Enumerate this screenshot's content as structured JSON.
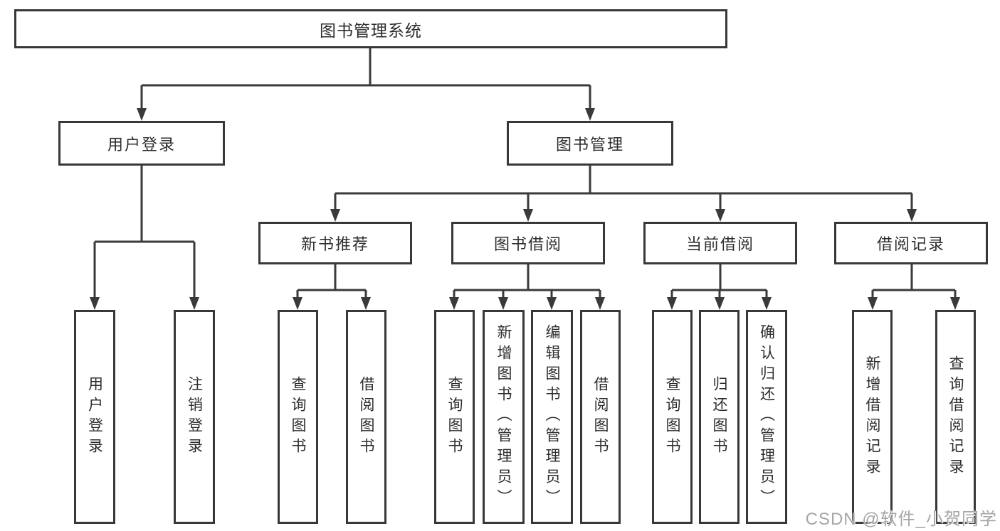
{
  "diagram": {
    "root": {
      "label": "图书管理系统"
    },
    "branches": [
      {
        "label": "用户登录",
        "children": [
          {
            "label": "用户登录"
          },
          {
            "label": "注销登录"
          }
        ]
      },
      {
        "label": "图书管理",
        "children": [
          {
            "label": "新书推荐",
            "children": [
              {
                "label": "查询图书"
              },
              {
                "label": "借阅图书"
              }
            ]
          },
          {
            "label": "图书借阅",
            "children": [
              {
                "label": "查询图书"
              },
              {
                "label": "新增图书（管理员）"
              },
              {
                "label": "编辑图书（管理员）"
              },
              {
                "label": "借阅图书"
              }
            ]
          },
          {
            "label": "当前借阅",
            "children": [
              {
                "label": "查询图书"
              },
              {
                "label": "归还图书"
              },
              {
                "label": "确认归还（管理员）"
              }
            ]
          },
          {
            "label": "借阅记录",
            "children": [
              {
                "label": "新增借阅记录"
              },
              {
                "label": "查询借阅记录"
              }
            ]
          }
        ]
      }
    ]
  },
  "watermark": "CSDN @软件_小贺同学",
  "colors": {
    "line": "#3a3a3a",
    "text": "#2d2d2d",
    "watermark": "#a6a6a6",
    "background": "#ffffff"
  }
}
